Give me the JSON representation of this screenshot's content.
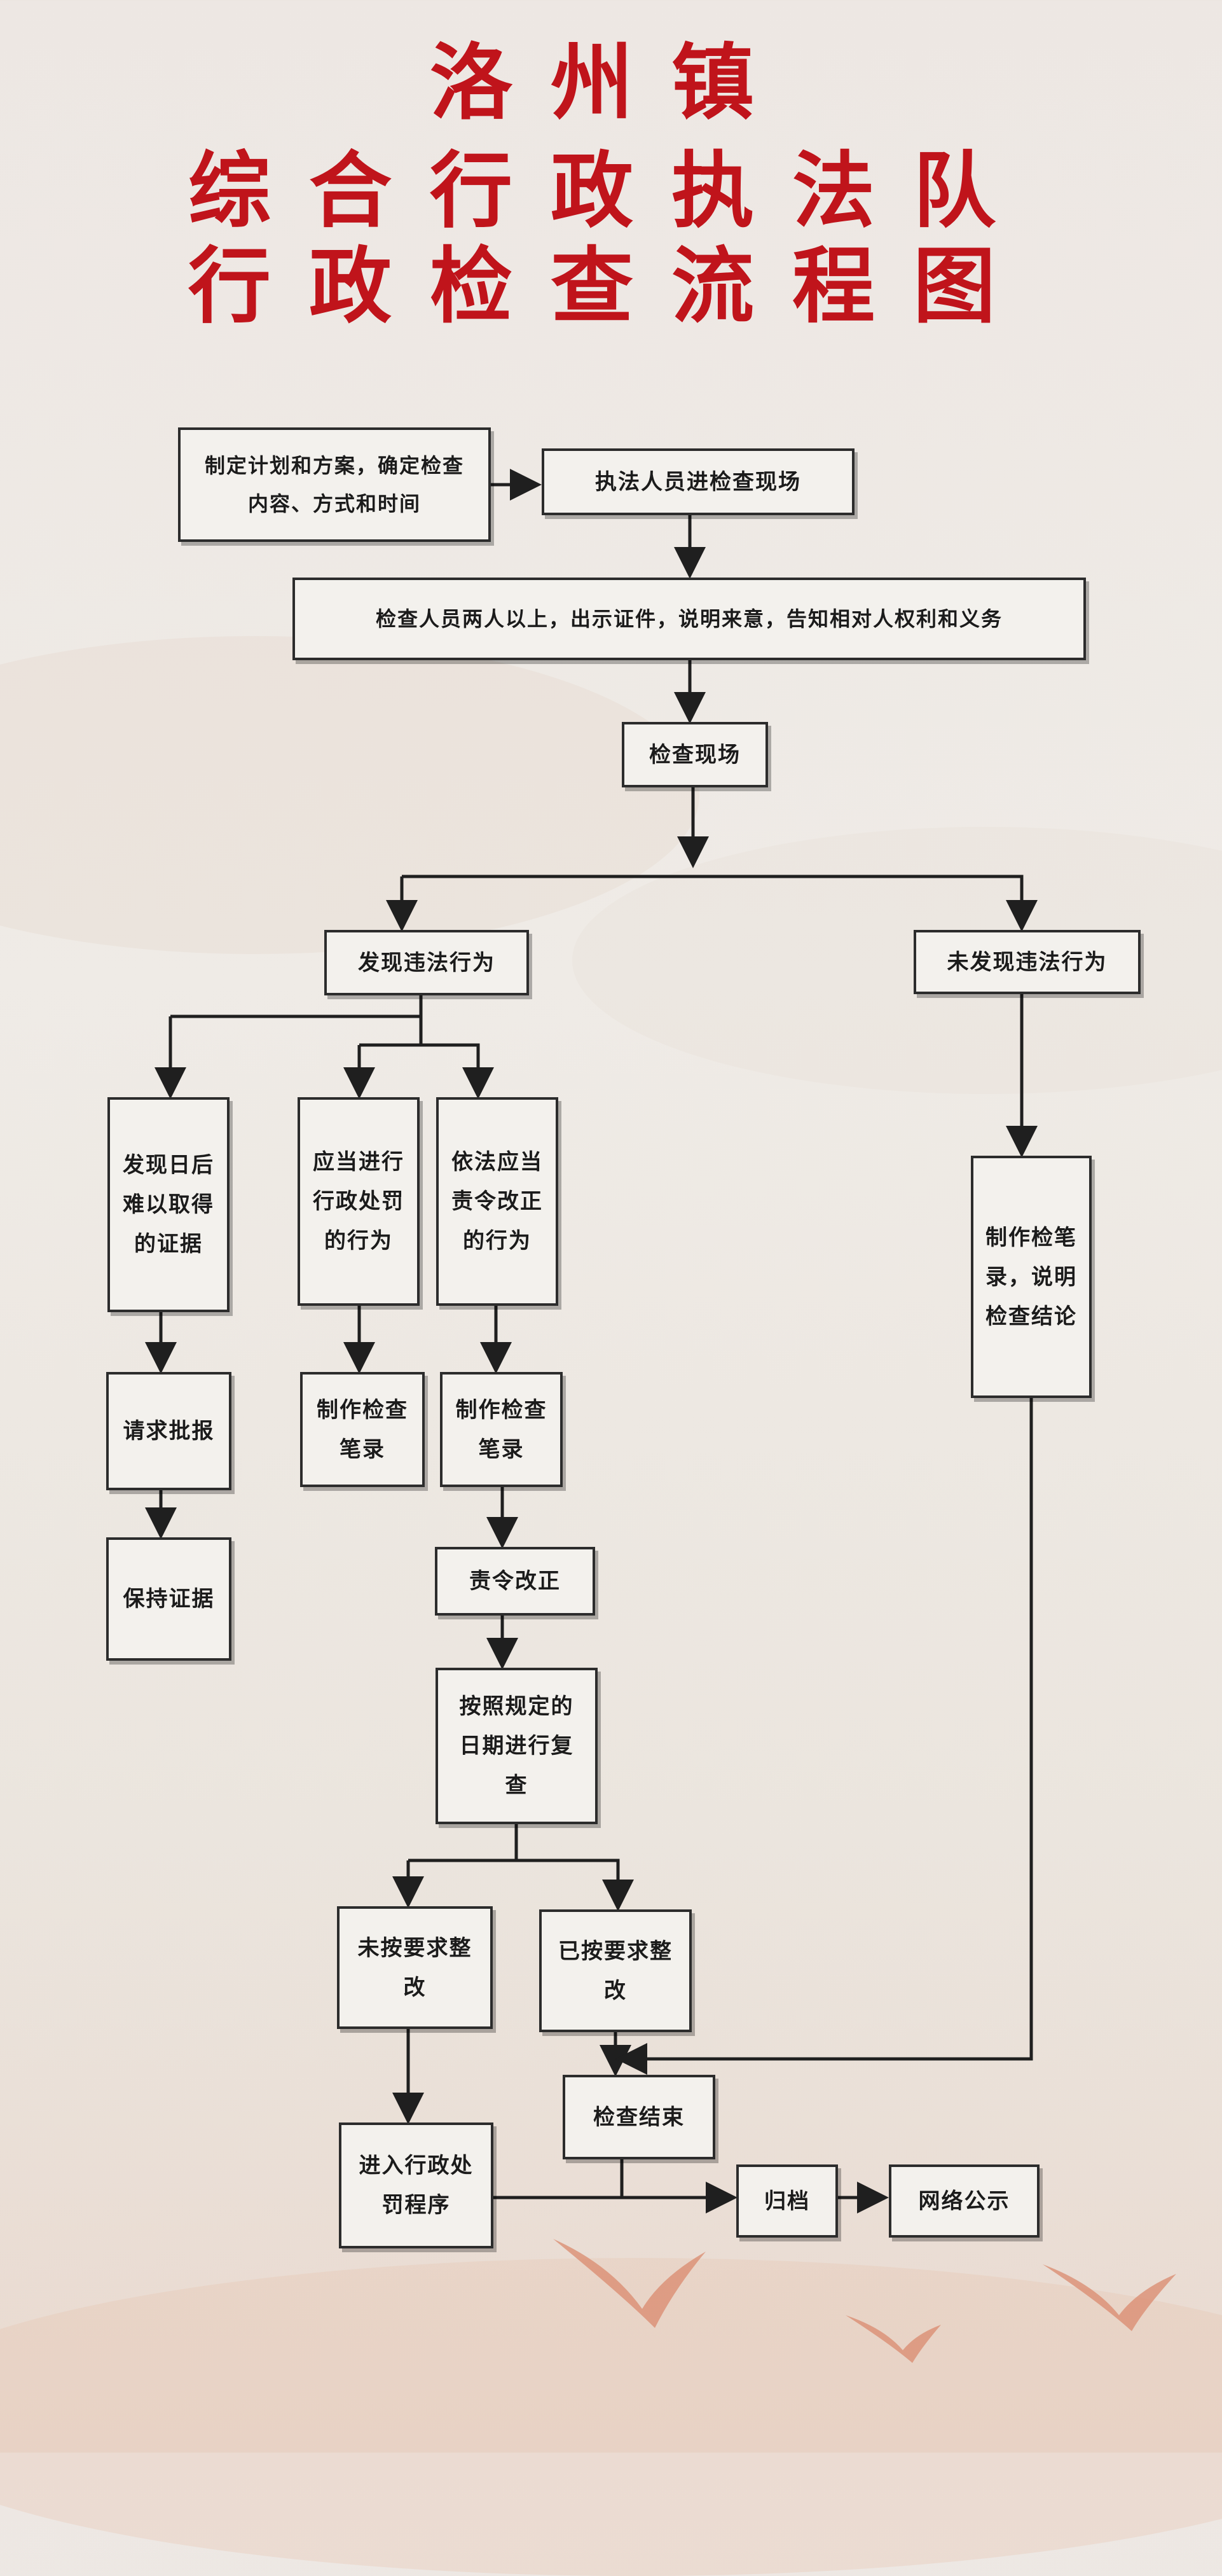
{
  "title": {
    "line1": "洛州镇",
    "line2": "综合行政执法队",
    "line3": "行政检查流程图"
  },
  "nodes": {
    "plan": "制定计划和方案，确定检查内容、方式和时间",
    "arrive": "执法人员进检查现场",
    "present": "检查人员两人以上，出示证件，说明来意，告知相对人权利和义务",
    "inspect": "检查现场",
    "found": "发现违法行为",
    "not_found": "未发现违法行为",
    "evidence": "发现日后难以取得的证据",
    "penalty": "应当进行行政处罚的行为",
    "correct": "依法应当责令改正的行为",
    "record_nf": "制作检笔录，说明检查结论",
    "approval": "请求批报",
    "record_penalty": "制作检查笔录",
    "record_correct": "制作检查笔录",
    "preserve": "保持证据",
    "order": "责令改正",
    "recheck": "按照规定的日期进行复查",
    "not_fixed": "未按要求整改",
    "fixed": "已按要求整改",
    "end": "检查结束",
    "punish": "进入行政处罚程序",
    "archive": "归档",
    "publish": "网络公示"
  }
}
